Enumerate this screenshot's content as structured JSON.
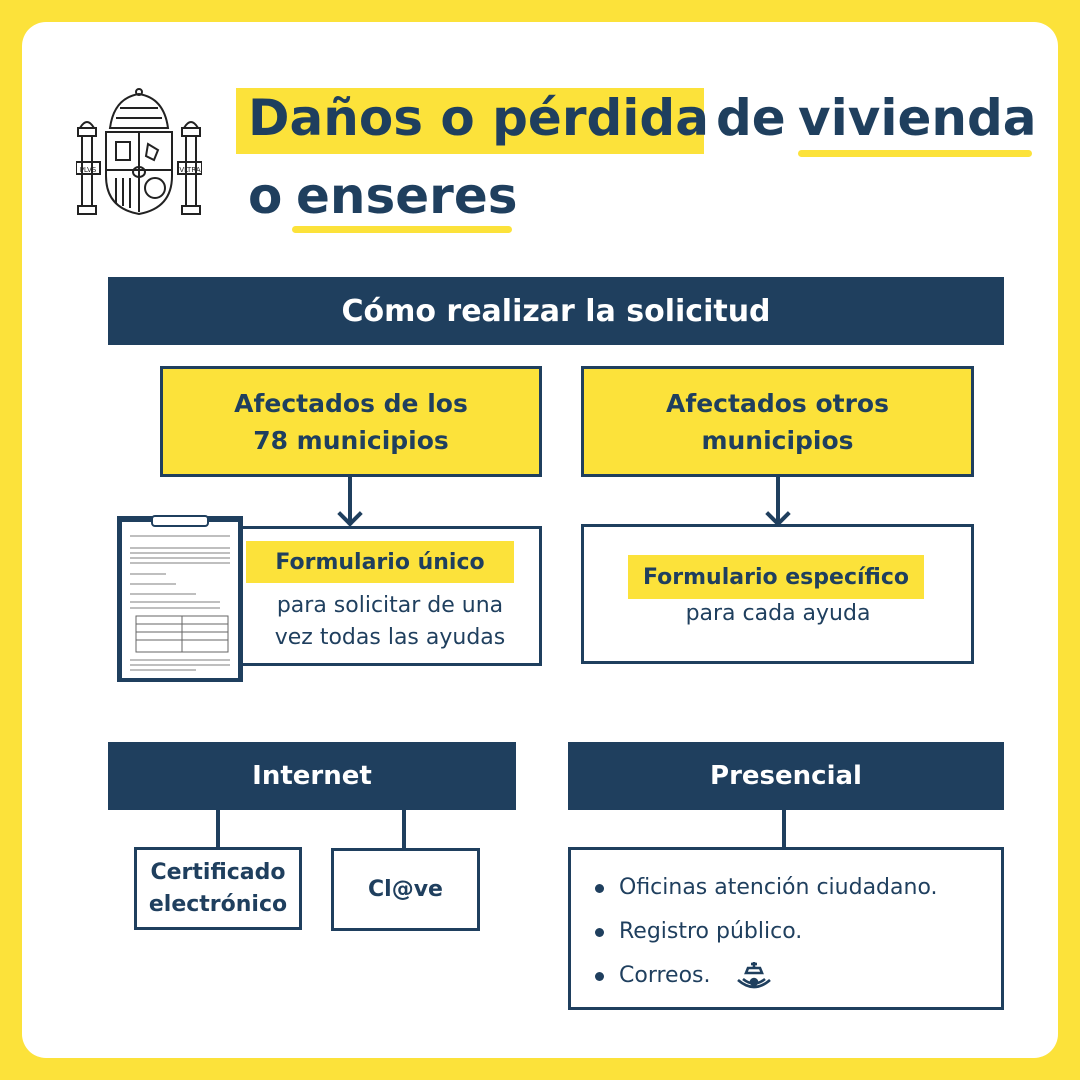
{
  "title": {
    "line1_highlight": "Daños o pérdida",
    "line1_de": "de",
    "line1_vivienda": "vivienda",
    "line2_o": "o",
    "line2_enseres": "enseres"
  },
  "emblem": {
    "left_ribbon": "PLVS",
    "right_ribbon": "VLTRA"
  },
  "header_bar": "Cómo realizar la solicitud",
  "left_column": {
    "heading_line1": "Afectados de los",
    "heading_line2": "78 municipios",
    "form_tag": "Formulario único",
    "description_line1": "para solicitar de una",
    "description_line2": "vez todas las ayudas"
  },
  "right_column": {
    "heading_line1": "Afectados otros",
    "heading_line2": "municipios",
    "form_tag": "Formulario específico",
    "description": "para cada ayuda"
  },
  "internet": {
    "label": "Internet",
    "option1_line1": "Certificado",
    "option1_line2": "electrónico",
    "option2": "Cl@ve"
  },
  "presencial": {
    "label": "Presencial",
    "items": [
      "Oficinas atención ciudadano.",
      "Registro público.",
      "Correos."
    ]
  },
  "colors": {
    "yellow": "#fce23a",
    "navy": "#1f3f5e",
    "white": "#ffffff"
  }
}
